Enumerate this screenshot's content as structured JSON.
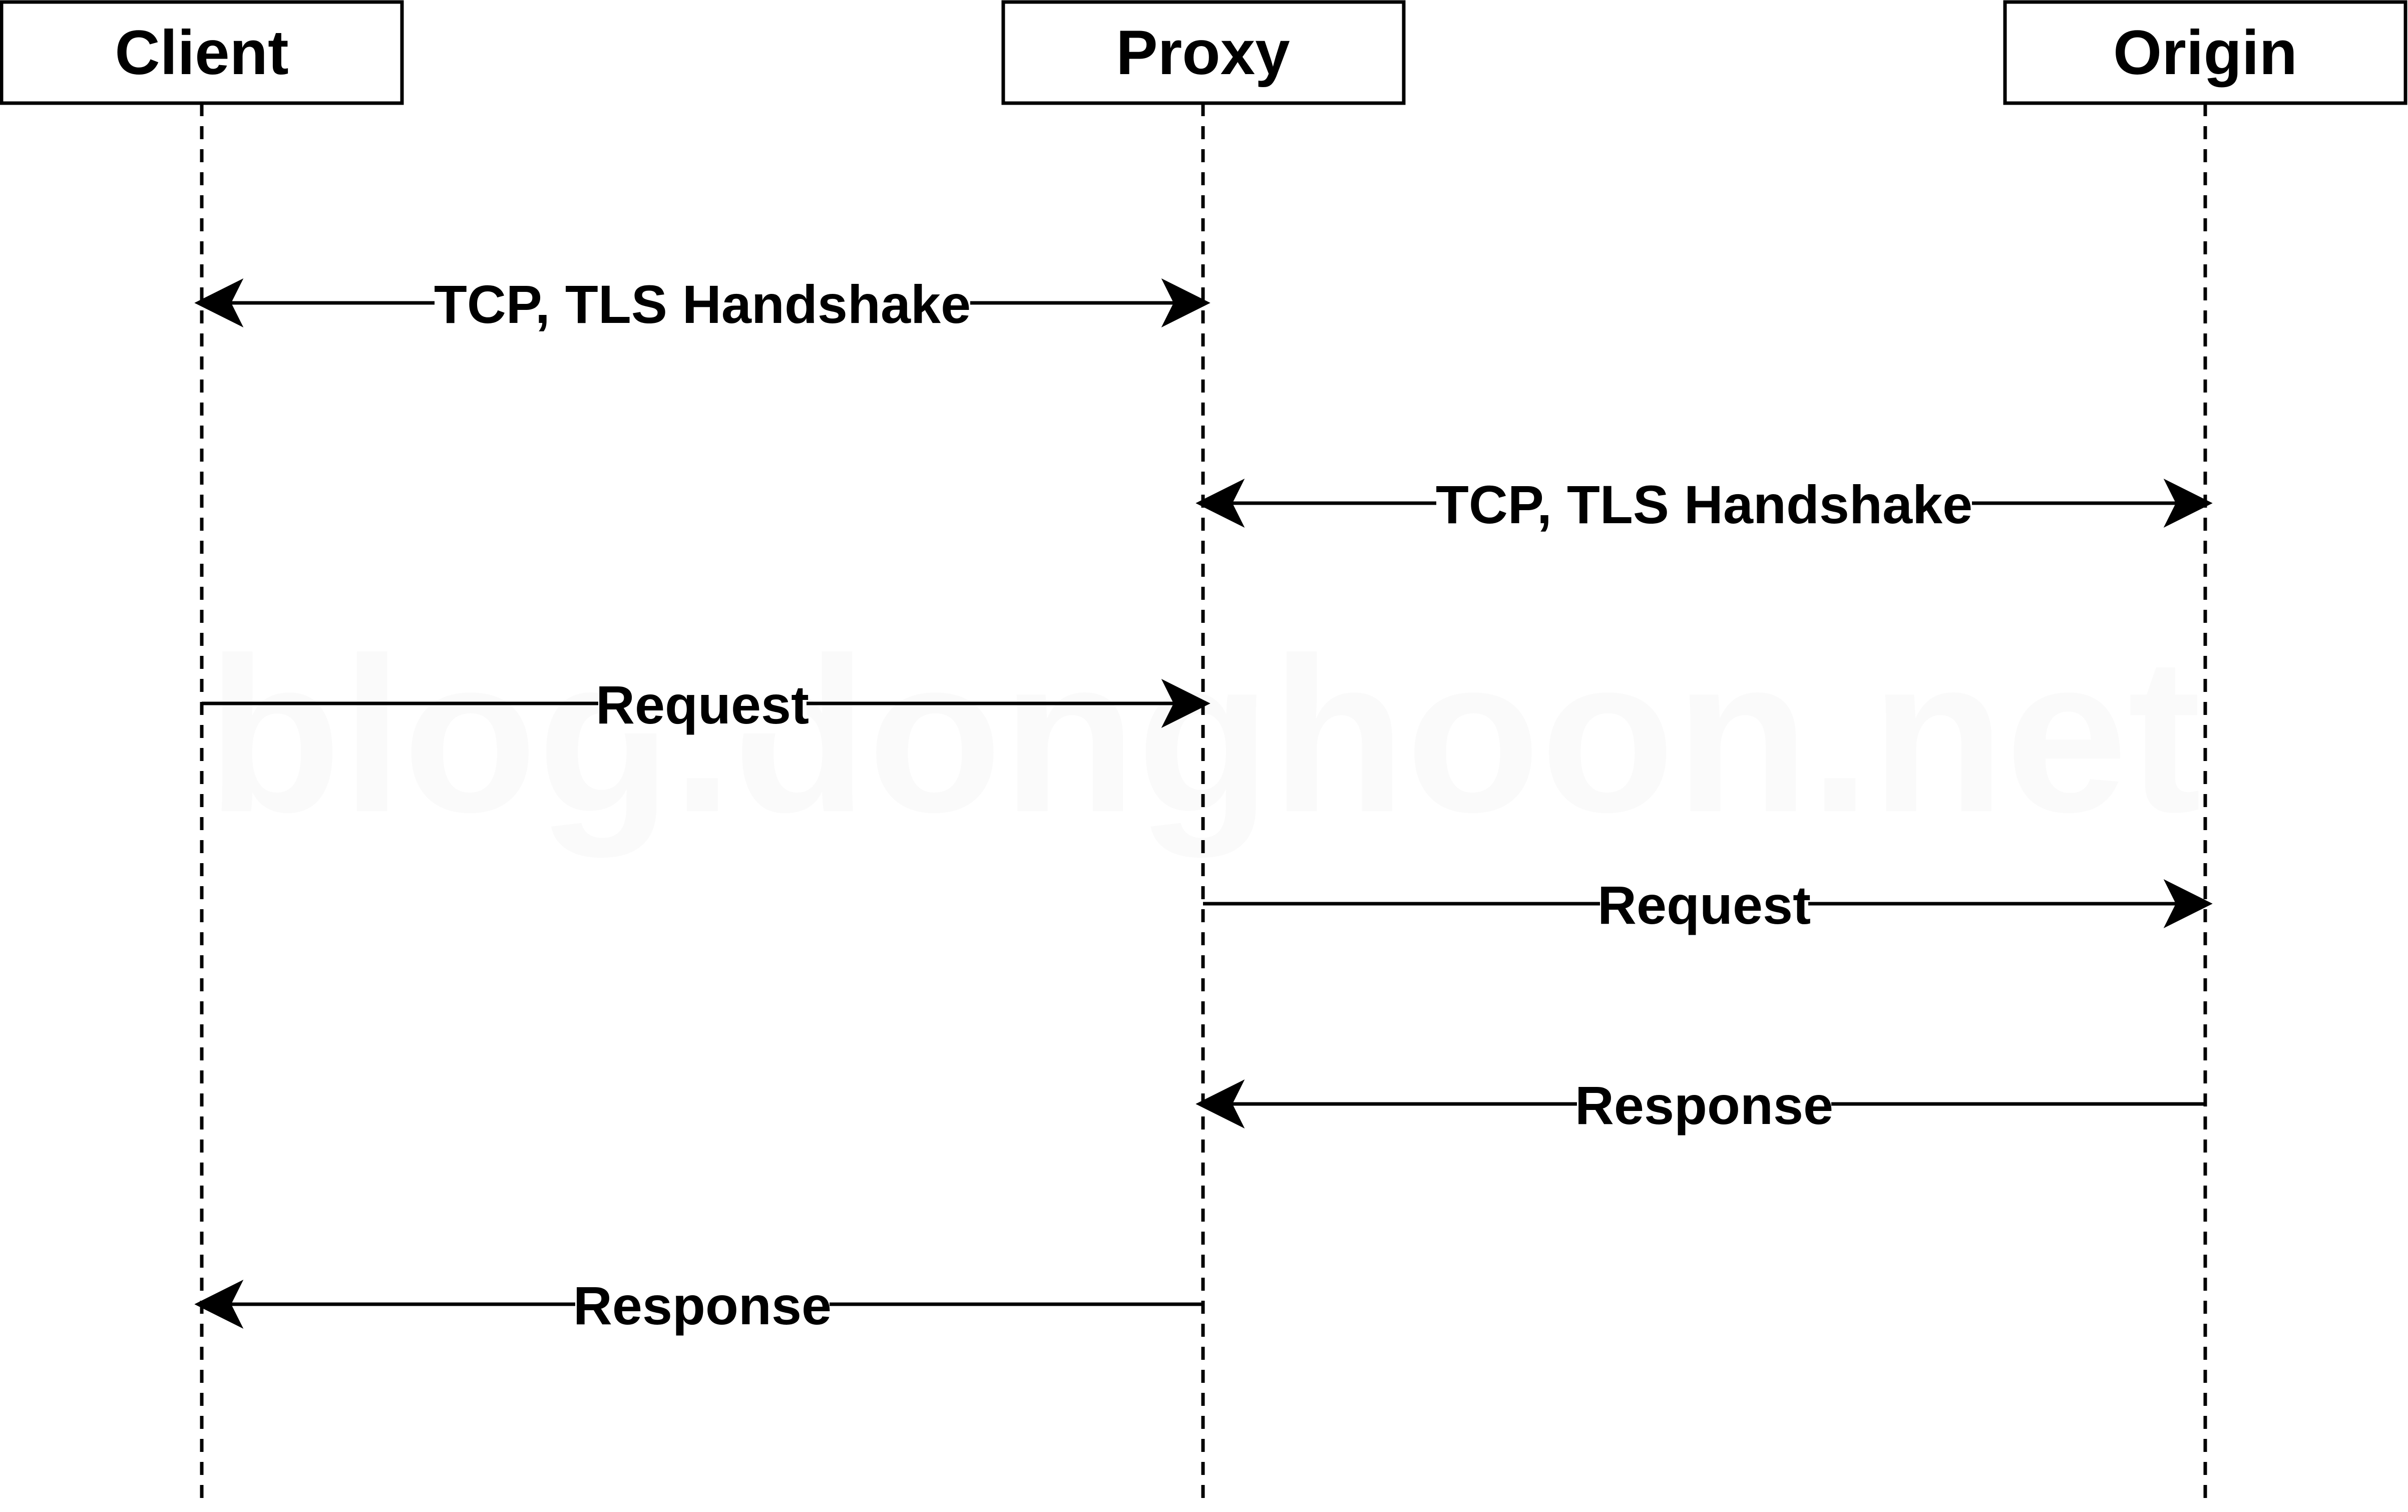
{
  "watermark": "blog.donghoon.net",
  "participants": [
    {
      "id": "client",
      "label": "Client"
    },
    {
      "id": "proxy",
      "label": "Proxy"
    },
    {
      "id": "origin",
      "label": "Origin"
    }
  ],
  "messages": [
    {
      "from": "client",
      "to": "proxy",
      "label": "TCP, TLS Handshake",
      "bidirectional": true
    },
    {
      "from": "proxy",
      "to": "origin",
      "label": "TCP, TLS Handshake",
      "bidirectional": true
    },
    {
      "from": "client",
      "to": "proxy",
      "label": "Request",
      "bidirectional": false
    },
    {
      "from": "proxy",
      "to": "origin",
      "label": "Request",
      "bidirectional": false
    },
    {
      "from": "origin",
      "to": "proxy",
      "label": "Response",
      "bidirectional": false
    },
    {
      "from": "proxy",
      "to": "client",
      "label": "Response",
      "bidirectional": false
    }
  ],
  "colors": {
    "stroke": "#000000",
    "background": "#ffffff"
  }
}
